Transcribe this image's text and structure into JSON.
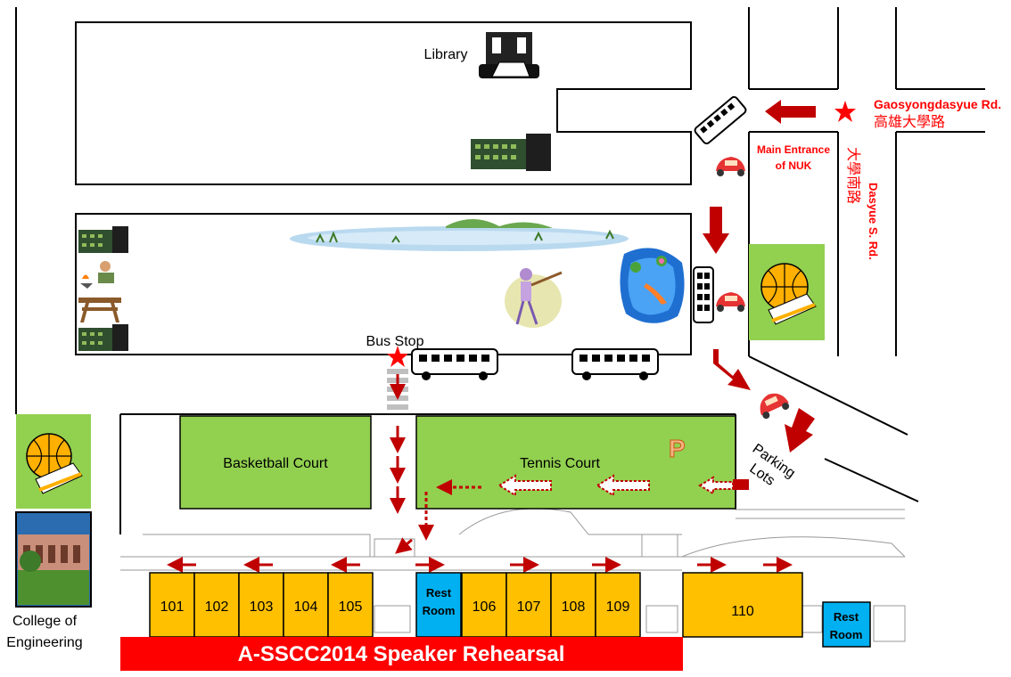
{
  "title": "A-SSCC2014 Speaker Rehearsal",
  "colors": {
    "grass": "#92d050",
    "room": "#ffc000",
    "restroom": "#00b0f0",
    "banner": "#ff0000",
    "arrow": "#c00000",
    "road_label": "#ff0000"
  },
  "labels": {
    "library": "Library",
    "main_entrance_line1": "Main Entrance",
    "main_entrance_line2": "of NUK",
    "road_east_en": "Gaosyongdasyue Rd.",
    "road_east_zh": "高雄大學路",
    "road_south_en": "Dasyue S. Rd.",
    "road_south_zh": "大學南路",
    "bus_stop": "Bus Stop",
    "basketball_court": "Basketball Court",
    "tennis_court": "Tennis Court",
    "parking_line1": "Parking",
    "parking_line2": "Lots",
    "parking_symbol": "P",
    "college_line1": "College of",
    "college_line2": "Engineering"
  },
  "rooms": {
    "left": [
      "101",
      "102",
      "103",
      "104",
      "105"
    ],
    "middle": [
      "106",
      "107",
      "108",
      "109"
    ],
    "big": "110"
  },
  "restroom": {
    "line1": "Rest",
    "line2": "Room"
  },
  "icons": [
    "library-icon",
    "building-icon",
    "bus-icon",
    "car-icon",
    "pond-icon",
    "koi-pond-icon",
    "baseball-player-icon",
    "picnic-table-icon",
    "bbq-icon",
    "basketball-sneaker-icon",
    "college-building-icon",
    "star-marker-icon",
    "arrow-icon"
  ]
}
